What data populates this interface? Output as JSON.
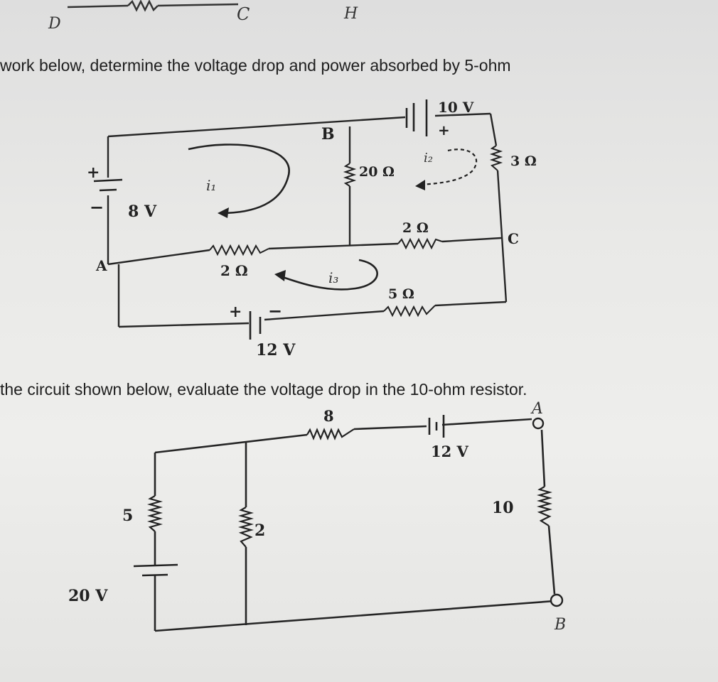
{
  "top_fragment": {
    "label_left": "D",
    "label_mid": "C",
    "label_right": "H"
  },
  "question1": {
    "text": "work below, determine the voltage drop and power absorbed by 5-ohm"
  },
  "circuit1": {
    "node_a": "A",
    "node_b": "B",
    "node_c": "C",
    "battery_8v": "8 V",
    "battery_10v": "10 V",
    "battery_12v": "12 V",
    "r_20": "20 Ω",
    "r_3": "3 Ω",
    "r_2_mid": "2 Ω",
    "r_2_left": "2 Ω",
    "r_5": "5 Ω",
    "i1": "i₁",
    "i2": "i₂",
    "i3": "i₃",
    "plus": "+",
    "minus": "−"
  },
  "question2": {
    "text": "the circuit shown below, evaluate the voltage drop in the 10-ohm resistor."
  },
  "circuit2": {
    "r_8": "8",
    "r_5": "5",
    "r_2": "2",
    "r_10": "10",
    "battery_12v": "12 V",
    "battery_20v": "20 V",
    "terminal_a": "A",
    "terminal_b": "B"
  }
}
